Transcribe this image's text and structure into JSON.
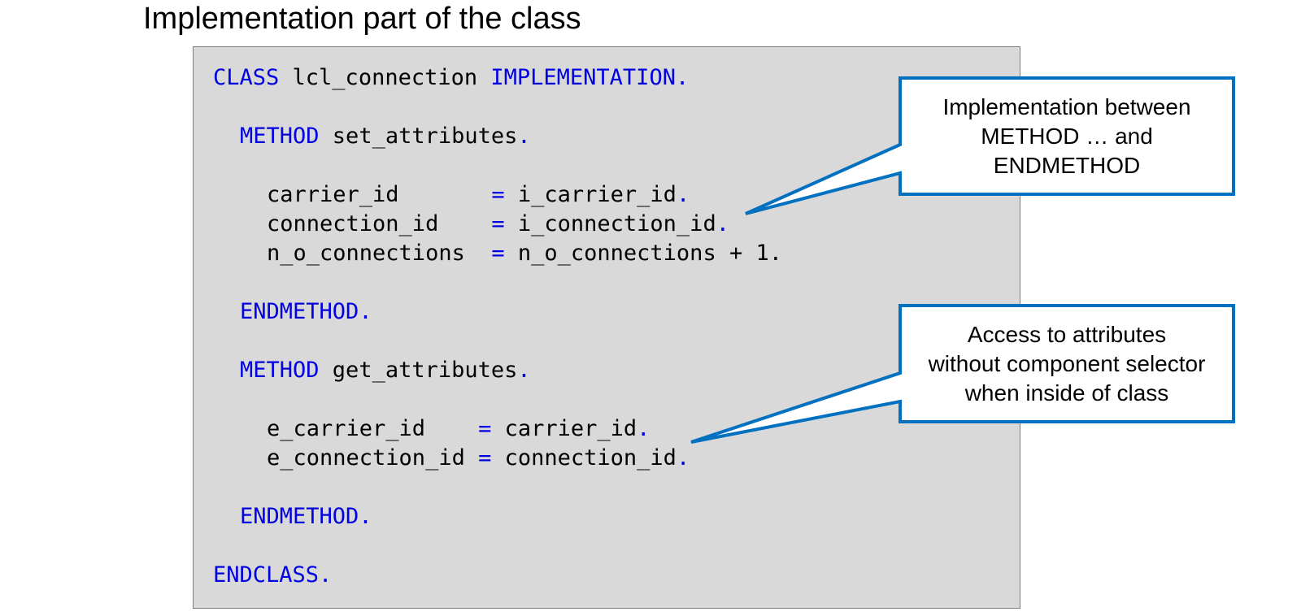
{
  "title": "Implementation part of the class",
  "code": {
    "class_kw": "CLASS",
    "class_name": " lcl_connection ",
    "impl_kw": "IMPLEMENTATION",
    "dot": ".",
    "method1_kw": "METHOD",
    "method1_name": " set_attributes",
    "line_carrier_lhs": "carrier_id       ",
    "line_carrier_rhs": " i_carrier_id",
    "line_connection_lhs": "connection_id    ",
    "line_connection_rhs": " i_connection_id",
    "line_noconn_lhs": "n_o_connections  ",
    "line_noconn_rhs": " n_o_connections + 1.",
    "equals": "=",
    "endmethod_kw": "ENDMETHOD",
    "method2_kw": "METHOD",
    "method2_name": " get_attributes",
    "line_ecarrier_lhs": "e_carrier_id    ",
    "line_ecarrier_rhs": " carrier_id",
    "line_econn_lhs": "e_connection_id ",
    "line_econn_rhs": " connection_id",
    "endclass_kw": "ENDCLASS"
  },
  "callouts": [
    {
      "lines": [
        "Implementation between",
        "METHOD … and",
        "ENDMETHOD"
      ]
    },
    {
      "lines": [
        "Access to attributes",
        "without component selector",
        "when inside of class"
      ]
    }
  ],
  "colors": {
    "keyword": "#0000e0",
    "code_background": "#d9d9d9",
    "callout_border": "#0070c0"
  }
}
